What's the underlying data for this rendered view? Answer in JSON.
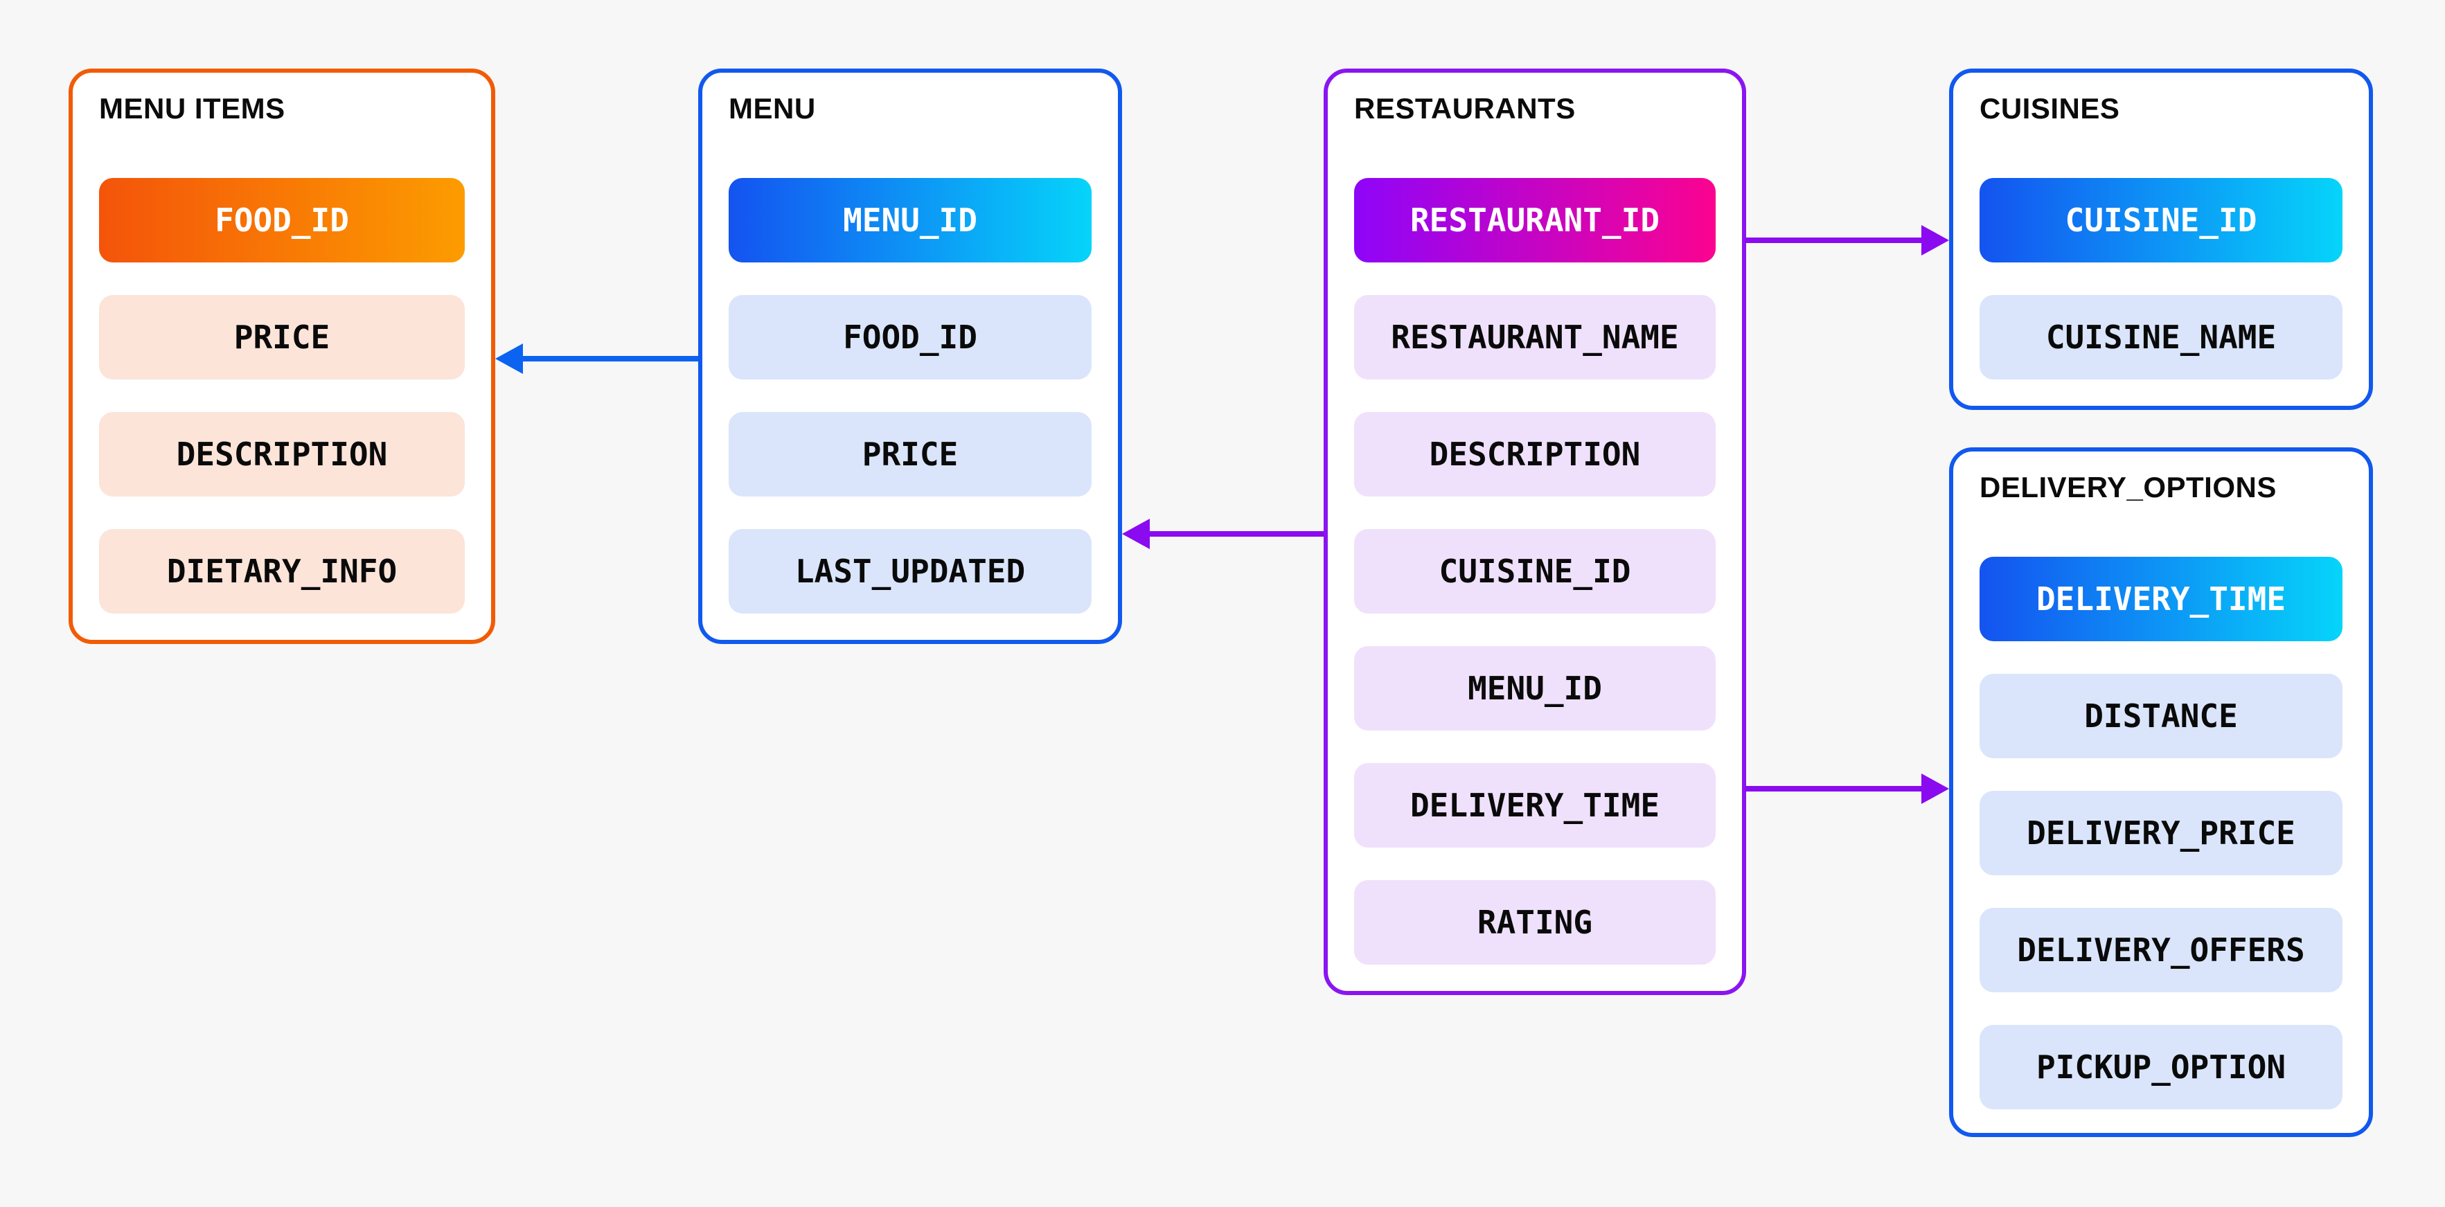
{
  "canvas": {
    "background": "#F7F7F8"
  },
  "diagram": {
    "tables": [
      {
        "title": "MENU ITEMS",
        "colors": {
          "border": "#F25B05",
          "header_from": "#F4540A",
          "header_to": "#FC9C00",
          "row_bg": "#FCE4D9",
          "header_text": "#FFFFFF",
          "row_text": "#0A0A0A"
        },
        "fields": [
          {
            "name": "FOOD_ID",
            "key": true
          },
          {
            "name": "PRICE",
            "key": false
          },
          {
            "name": "DESCRIPTION",
            "key": false
          },
          {
            "name": "DIETARY_INFO",
            "key": false
          }
        ]
      },
      {
        "title": "MENU",
        "colors": {
          "border": "#1159EE",
          "header_from": "#1453F0",
          "header_to": "#06D4FA",
          "row_bg": "#DAE5FB",
          "header_text": "#FFFFFF",
          "row_text": "#0A0A0A"
        },
        "fields": [
          {
            "name": "MENU_ID",
            "key": true
          },
          {
            "name": "FOOD_ID",
            "key": false
          },
          {
            "name": "PRICE",
            "key": false
          },
          {
            "name": "LAST_UPDATED",
            "key": false
          }
        ]
      },
      {
        "title": "RESTAURANTS",
        "colors": {
          "border": "#8A15F0",
          "header_from": "#8E05F9",
          "header_to": "#FB0390",
          "row_bg": "#EFE1FB",
          "header_text": "#FFFFFF",
          "row_text": "#0A0A0A"
        },
        "fields": [
          {
            "name": "RESTAURANT_ID",
            "key": true
          },
          {
            "name": "RESTAURANT_NAME",
            "key": false
          },
          {
            "name": "DESCRIPTION",
            "key": false
          },
          {
            "name": "CUISINE_ID",
            "key": false
          },
          {
            "name": "MENU_ID",
            "key": false
          },
          {
            "name": "DELIVERY_TIME",
            "key": false
          },
          {
            "name": "RATING",
            "key": false
          }
        ]
      },
      {
        "title": "CUISINES",
        "colors": {
          "border": "#1159EE",
          "header_from": "#1453F0",
          "header_to": "#06D4FA",
          "row_bg": "#DAE5FB",
          "header_text": "#FFFFFF",
          "row_text": "#0A0A0A"
        },
        "fields": [
          {
            "name": "CUISINE_ID",
            "key": true
          },
          {
            "name": "CUISINE_NAME",
            "key": false
          }
        ]
      },
      {
        "title": "DELIVERY_OPTIONS",
        "colors": {
          "border": "#1159EE",
          "header_from": "#1453F0",
          "header_to": "#06D4FA",
          "row_bg": "#DAE5FB",
          "header_text": "#FFFFFF",
          "row_text": "#0A0A0A"
        },
        "fields": [
          {
            "name": "DELIVERY_TIME",
            "key": true
          },
          {
            "name": "DISTANCE",
            "key": false
          },
          {
            "name": "DELIVERY_PRICE",
            "key": false
          },
          {
            "name": "DELIVERY_OFFERS",
            "key": false
          },
          {
            "name": "PICKUP_OPTION",
            "key": false
          }
        ]
      }
    ],
    "relations": [
      {
        "from": "MENU",
        "to": "MENU ITEMS",
        "color": "#0C63F2",
        "direction": "left"
      },
      {
        "from": "RESTAURANTS",
        "to": "MENU",
        "color": "#8A0BF0",
        "direction": "left"
      },
      {
        "from": "RESTAURANTS",
        "to": "CUISINES",
        "color": "#8A0BF0",
        "direction": "right"
      },
      {
        "from": "RESTAURANTS",
        "to": "DELIVERY_OPTIONS",
        "color": "#8A0BF0",
        "direction": "right"
      }
    ]
  }
}
